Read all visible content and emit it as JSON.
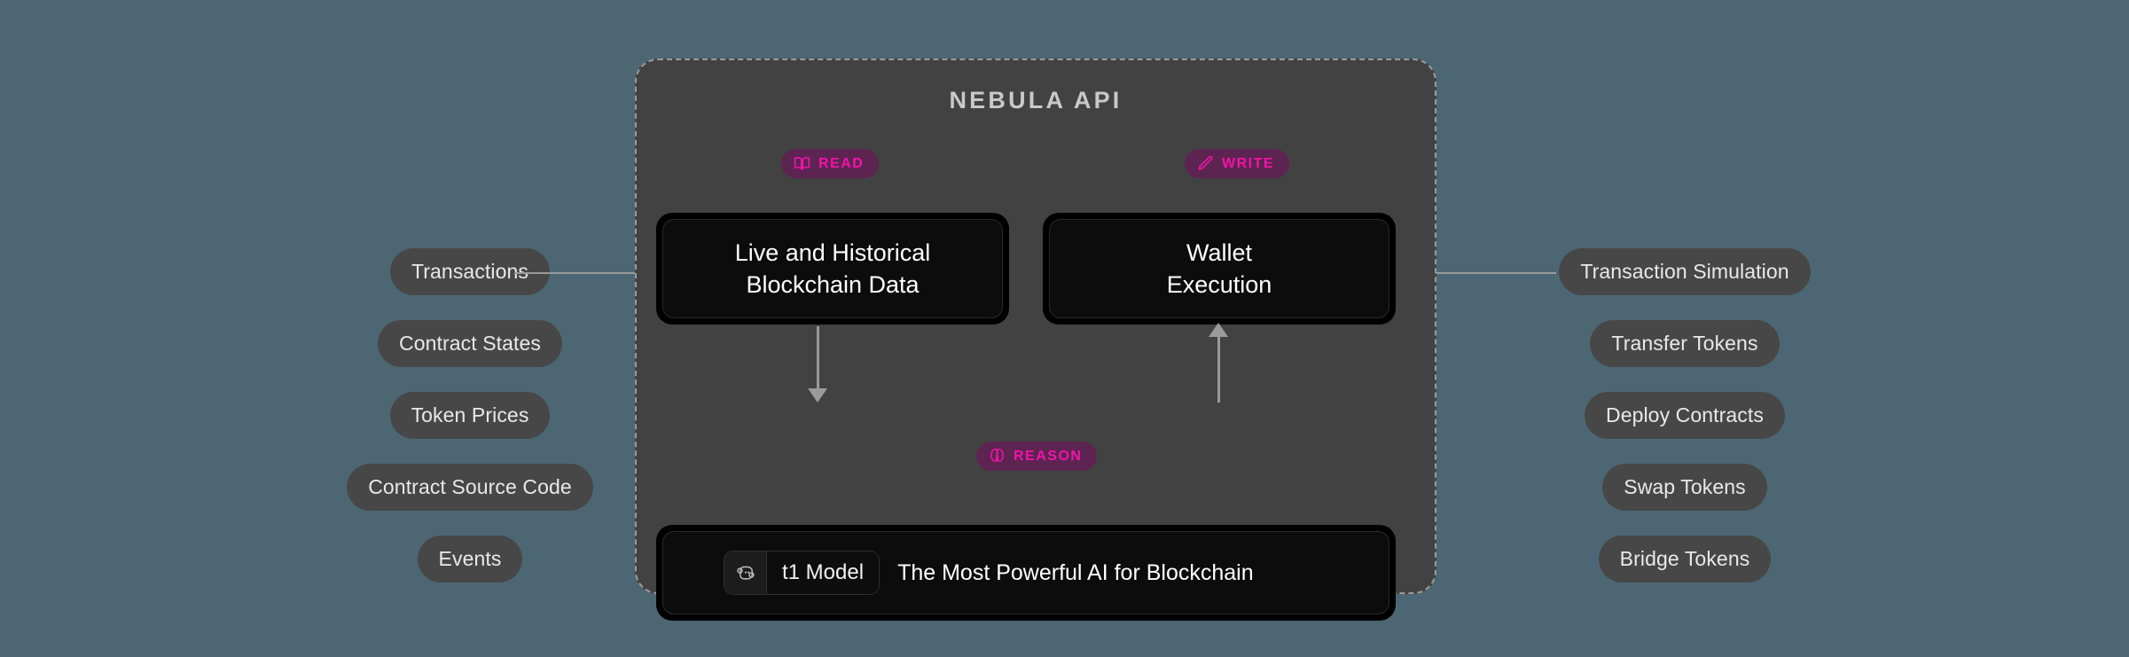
{
  "background_color": "#4c6773",
  "panel": {
    "title": "NEBULA API",
    "fill_color": "#424242",
    "border_color": "#9b9b9b",
    "badges": {
      "read": {
        "label": "READ",
        "icon": "book-icon"
      },
      "write": {
        "label": "WRITE",
        "icon": "pencil-icon"
      },
      "reason": {
        "label": "REASON",
        "icon": "brain-icon"
      }
    },
    "badge_bg_color": "#5d2452",
    "badge_text_color": "#f213a8",
    "cards": {
      "read": {
        "line1": "Live and Historical",
        "line2": "Blockchain Data"
      },
      "write": {
        "line1": "Wallet",
        "line2": "Execution"
      },
      "model": {
        "chip_icon": "thirdweb-logo-icon",
        "chip_label": "t1 Model",
        "tagline": "The Most Powerful AI for Blockchain"
      }
    }
  },
  "left_column": {
    "items": [
      {
        "label": "Transactions"
      },
      {
        "label": "Contract States"
      },
      {
        "label": "Token Prices"
      },
      {
        "label": "Contract Source Code"
      },
      {
        "label": "Events"
      }
    ]
  },
  "right_column": {
    "items": [
      {
        "label": "Transaction Simulation"
      },
      {
        "label": "Transfer Tokens"
      },
      {
        "label": "Deploy Contracts"
      },
      {
        "label": "Swap Tokens"
      },
      {
        "label": "Bridge Tokens"
      }
    ]
  },
  "connectors": {
    "left": "read-connector",
    "right": "write-connector"
  },
  "arrows": {
    "down": "read-to-reason-arrow",
    "up": "reason-to-write-arrow"
  }
}
